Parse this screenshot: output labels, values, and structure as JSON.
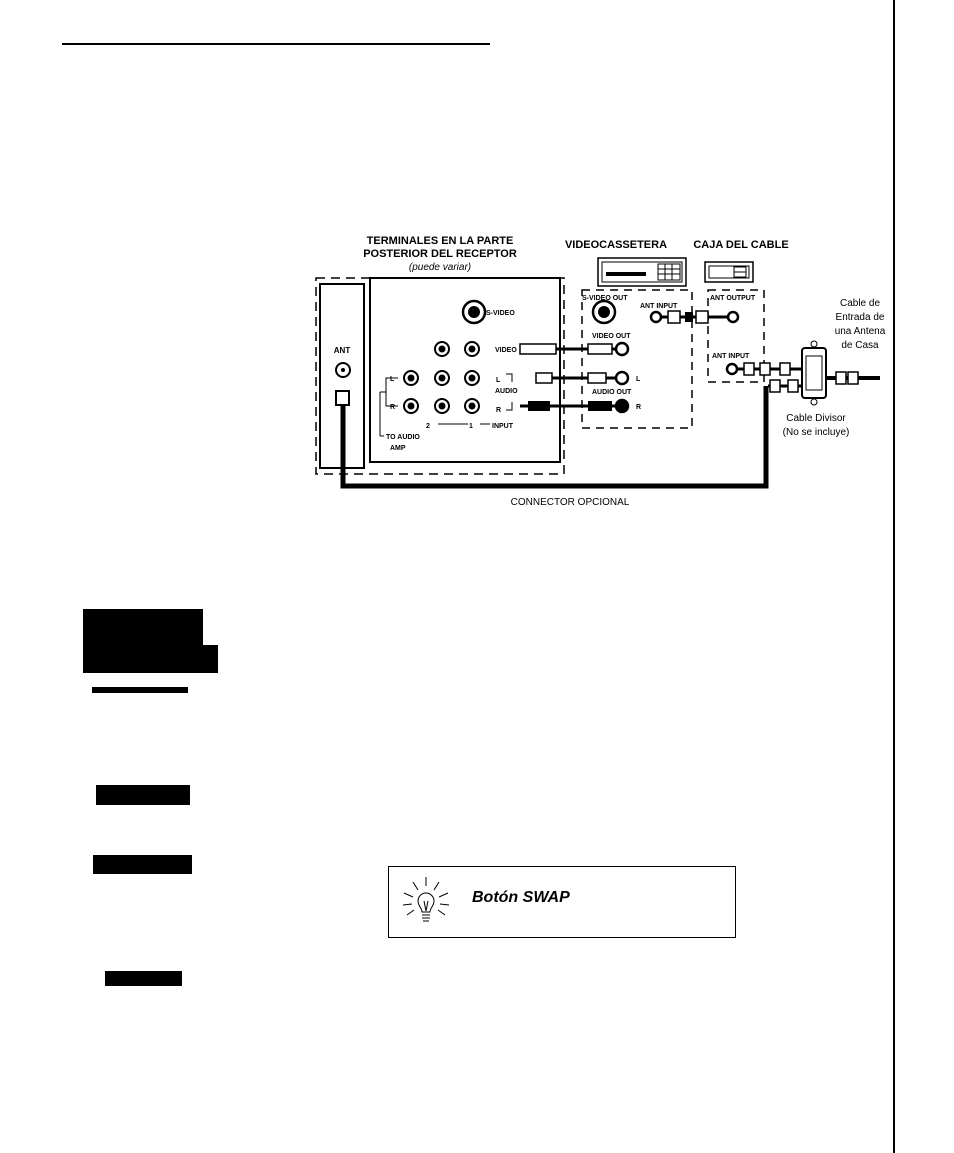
{
  "diagram": {
    "receiver_title_line1": "TERMINALES EN LA PARTE",
    "receiver_title_line2": "POSTERIOR DEL RECEPTOR",
    "receiver_note": "(puede variar)",
    "vcr_title": "VIDEOCASSETERA",
    "cable_box_title": "CAJA DEL CABLE",
    "ant_label": "ANT",
    "svideo_label": "S-VIDEO",
    "video_label": "VIDEO",
    "audio_label": "AUDIO",
    "left_label": "L",
    "right_label": "R",
    "input_num_2": "2",
    "input_num_1": "1",
    "input_label": "INPUT",
    "to_audio_line1": "TO AUDIO",
    "to_audio_line2": "AMP",
    "vcr_svideo_out": "S-VIDEO OUT",
    "vcr_ant_input": "ANT INPUT",
    "vcr_video_out": "VIDEO OUT",
    "vcr_audio_out": "AUDIO OUT",
    "box_ant_output": "ANT OUTPUT",
    "box_ant_input": "ANT INPUT",
    "antenna_line1": "Cable de",
    "antenna_line2": "Entrada de",
    "antenna_line3": "una Antena",
    "antenna_line4": "de Casa",
    "splitter_line1": "Cable Divisor",
    "splitter_line2": "(No se incluye)",
    "optional_connector": "CONNECTOR OPCIONAL"
  },
  "tip": {
    "icon": "lightbulb-icon",
    "title": "Botón SWAP"
  }
}
